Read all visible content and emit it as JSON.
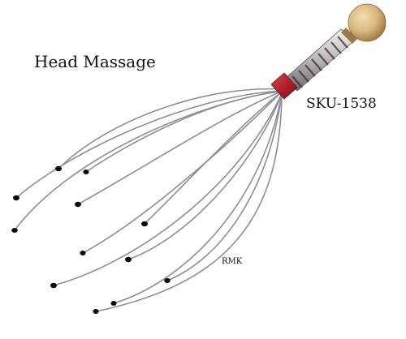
{
  "product": {
    "title": "Head Massage",
    "sku": "SKU-1538",
    "mark": "RMK"
  },
  "colors": {
    "background": "#ffffff",
    "wire": "#8a8f96",
    "tip": "#0d0d0d",
    "collar": "#b3202c",
    "handle_wood": "#d8b77c"
  },
  "illustration": {
    "subject": "scalp massager with wire prongs, twisted handle and wooden ball"
  }
}
